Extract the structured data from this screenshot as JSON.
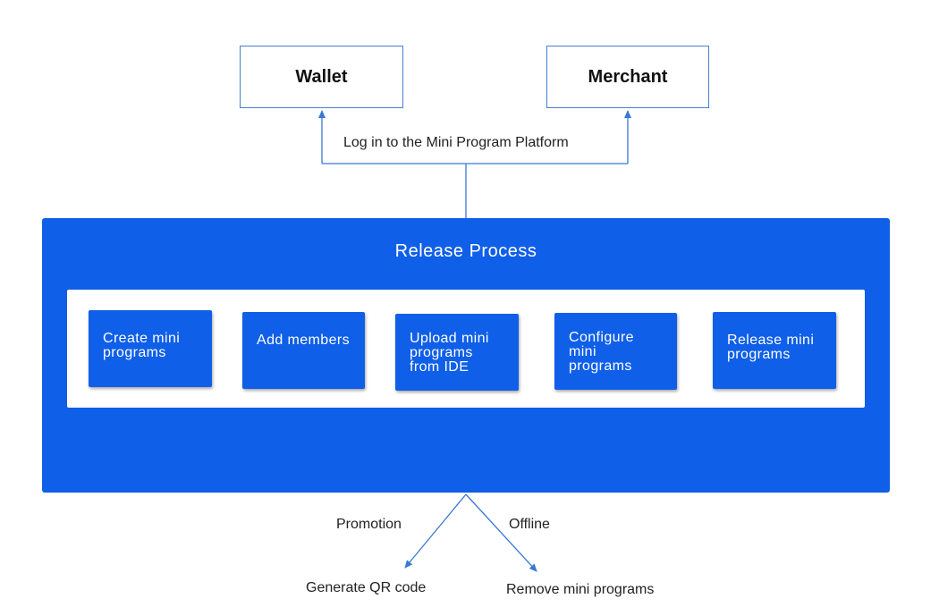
{
  "nodes": {
    "wallet": "Wallet",
    "merchant": "Merchant"
  },
  "edges": {
    "login": "Log in to the Mini Program Platform",
    "promotion": "Promotion",
    "offline": "Offline"
  },
  "release": {
    "title": "Release Process",
    "steps": [
      "Create mini programs",
      "Add members",
      "Upload mini programs from IDE",
      "Configure mini programs",
      "Release mini programs"
    ]
  },
  "outcomes": {
    "qr": "Generate QR code",
    "remove": "Remove mini programs"
  },
  "colors": {
    "panel": "#0f5fe8",
    "connector": "#3a78d4"
  }
}
